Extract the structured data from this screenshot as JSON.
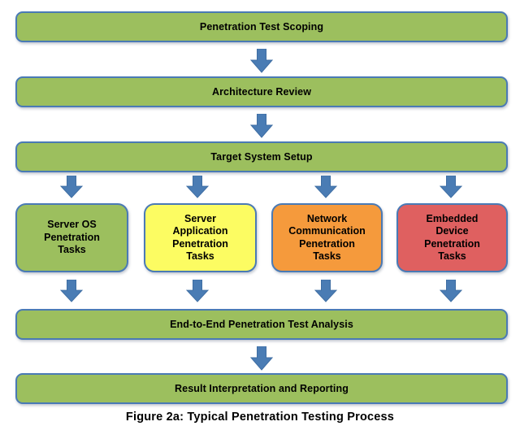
{
  "figure": {
    "caption": "Figure 2a:  Typical Penetration Testing Process",
    "background": "#ffffff"
  },
  "palette": {
    "green": "#9cbf5e",
    "yellow": "#fcfc62",
    "orange": "#f59a3c",
    "red": "#df6060",
    "border": "#4a7ab5",
    "arrow": "#4a7cb4",
    "arrow_outline": "#3f6ea3",
    "text": "#000000"
  },
  "nodes": {
    "scoping": {
      "label": "Penetration Test Scoping",
      "color": "green"
    },
    "architecture": {
      "label": "Architecture Review",
      "color": "green"
    },
    "target_setup": {
      "label": "Target System Setup",
      "color": "green"
    },
    "analysis": {
      "label": "End-to-End Penetration Test Analysis",
      "color": "green"
    },
    "reporting": {
      "label": "Result Interpretation and Reporting",
      "color": "green"
    }
  },
  "task_nodes": [
    {
      "label": "Server OS\nPenetration\nTasks",
      "color": "green"
    },
    {
      "label": "Server\nApplication\nPenetration\nTasks",
      "color": "yellow"
    },
    {
      "label": "Network\nCommunication\nPenetration\nTasks",
      "color": "orange"
    },
    {
      "label": "Embedded\nDevice\nPenetration\nTasks",
      "color": "red"
    }
  ],
  "arrows": {
    "scoping_to_architecture": "down-arrow",
    "architecture_to_target": "down-arrow",
    "target_to_task_1": "down-arrow",
    "target_to_task_2": "down-arrow",
    "target_to_task_3": "down-arrow",
    "target_to_task_4": "down-arrow",
    "task_1_to_analysis": "down-arrow",
    "task_2_to_analysis": "down-arrow",
    "task_3_to_analysis": "down-arrow",
    "task_4_to_analysis": "down-arrow",
    "analysis_to_reporting": "down-arrow"
  }
}
